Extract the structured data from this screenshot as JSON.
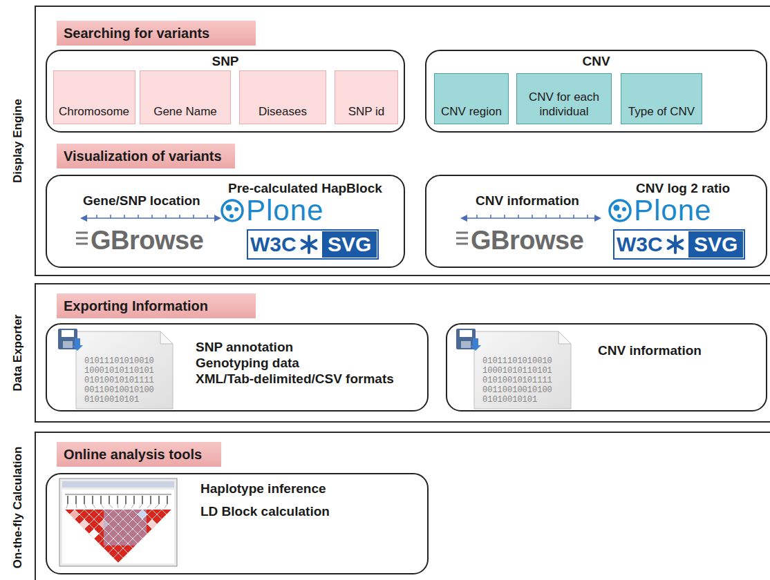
{
  "diagram": {
    "nodes": [
      {
        "text": [
          "Display Engine"
        ]
      },
      {
        "text": [
          "Searching for variants"
        ],
        "in": 0
      },
      {
        "text": [
          "SNP"
        ],
        "in": 0
      },
      {
        "text": [
          "Chromosome"
        ],
        "in": 2
      },
      {
        "text": [
          "Gene Name"
        ],
        "in": 2
      },
      {
        "text": [
          "Diseases"
        ],
        "in": 2
      },
      {
        "text": [
          "SNP id"
        ],
        "in": 2
      },
      {
        "text": [
          "CNV"
        ],
        "in": 0
      },
      {
        "text": [
          "CNV region"
        ],
        "in": 7
      },
      {
        "text": [
          "CNV for each individual"
        ],
        "in": 7
      },
      {
        "text": [
          "Type of CNV"
        ],
        "in": 7
      },
      {
        "text": [
          "Visualization of variants"
        ],
        "in": 0
      },
      {
        "text": [
          "Gene/SNP location",
          "GBrowse",
          "Pre-calculated HapBlock",
          "Plone",
          "W3C",
          "SVG"
        ],
        "in": 0
      },
      {
        "text": [
          "CNV information",
          "GBrowse",
          "CNV log 2 ratio",
          "Plone",
          "W3C",
          "SVG"
        ],
        "in": 0
      },
      {
        "text": [
          "Data Exporter"
        ]
      },
      {
        "text": [
          "Exporting Information"
        ],
        "in": 14
      },
      {
        "text": [
          "SNP annotation",
          "Genotyping data",
          "XML/Tab-delimited/CSV formats"
        ],
        "in": 14
      },
      {
        "text": [
          "CNV information"
        ],
        "in": 14
      },
      {
        "text": [
          "On-the-fly Calculation"
        ]
      },
      {
        "text": [
          "Online analysis tools"
        ],
        "in": 18
      },
      {
        "text": [
          "Haplotype inference",
          "LD Block calculation"
        ],
        "in": 18
      }
    ],
    "labels": [
      "01011101010010",
      "10001010110101",
      "01010010101111",
      "00110010010100",
      "01010010101",
      "01011101010010",
      "10001010110101",
      "01010010101111",
      "00110010010100",
      "01010010101"
    ]
  }
}
